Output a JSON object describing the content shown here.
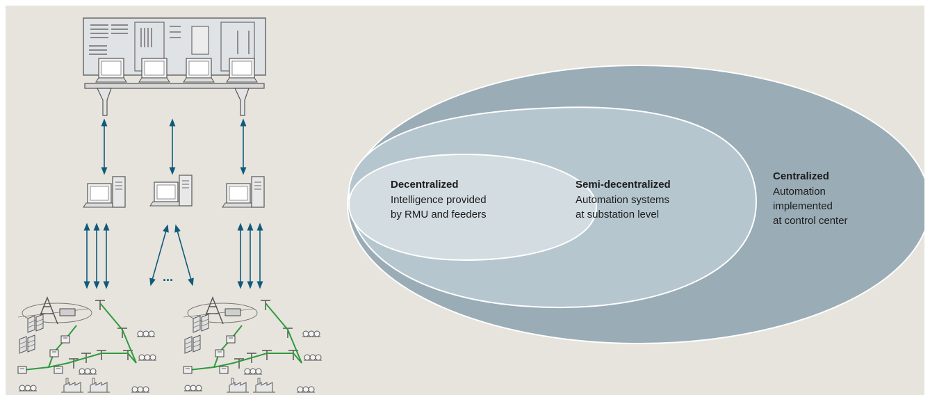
{
  "levels": {
    "decentralized": {
      "title": "Decentralized",
      "lines": [
        "Intelligence provided",
        "by RMU and feeders"
      ],
      "fill": "#d3dce1"
    },
    "semi_decentralized": {
      "title": "Semi-decentralized",
      "lines": [
        "Automation systems",
        "at substation level"
      ],
      "fill": "#b6c6ce"
    },
    "centralized": {
      "title": "Centralized",
      "lines": [
        "Automation",
        "implemented",
        "at control center"
      ],
      "fill": "#9aacb6"
    }
  },
  "ellipsis": "...",
  "colors": {
    "background": "#e6e4dd",
    "arrow": "#0f5a7a",
    "feeder_line": "#2e9a3c",
    "equipment": "#6b6b6b"
  },
  "icons": [
    "control-center-icon",
    "workstation-icon",
    "power-grid-icon"
  ]
}
